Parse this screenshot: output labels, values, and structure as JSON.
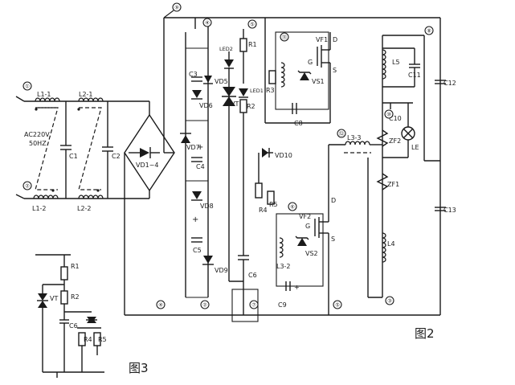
{
  "figures": {
    "main_caption": "图2",
    "sub_caption": "图3"
  },
  "nodes": [
    "①",
    "②",
    "③",
    "④",
    "⑤",
    "⑥",
    "⑦",
    "⑧",
    "⑨",
    "⑩",
    "⑪",
    "⑫"
  ],
  "labels": {
    "l1_1": "L1-1",
    "l1_2": "L1-2",
    "l2_1": "L2-1",
    "l2_2": "L2-2",
    "ac_source": "AC220V",
    "frequency": "50HZ",
    "c1": "C1",
    "c2": "C2",
    "bridge": "VD1~4",
    "c3": "C3",
    "vd5": "VD5",
    "vd6": "VD6",
    "vd7": "VD7",
    "c4": "C4",
    "vd8": "VD8",
    "c5": "C5",
    "vd9": "VD9",
    "led1": "LED1",
    "led2": "LED2",
    "r1": "R1",
    "vt": "VT",
    "r2": "R2",
    "c6": "C6",
    "vf1": "VF1",
    "d1": "D",
    "g1": "G",
    "s1": "S",
    "vs1": "VS1",
    "r3": "R3",
    "c8": "C8",
    "vd10": "VD10",
    "r4": "R4",
    "r5": "R5",
    "vf2": "VF2",
    "d2": "D",
    "g2": "G",
    "s2": "S",
    "vs2": "VS2",
    "l3_2": "L3-2",
    "c9": "C9",
    "l3_3": "L3-3",
    "l5": "L5",
    "c11": "C11",
    "c10": "C10",
    "c12": "C12",
    "le": "LE",
    "zf2": "ZF2",
    "zf1": "ZF1",
    "c13": "C13",
    "l4": "L4",
    "plus": "+"
  },
  "fig3_labels": {
    "r1": "R1",
    "r2": "R2",
    "vt": "VT",
    "c6": "C6",
    "r4": "R4",
    "r5": "R5"
  }
}
